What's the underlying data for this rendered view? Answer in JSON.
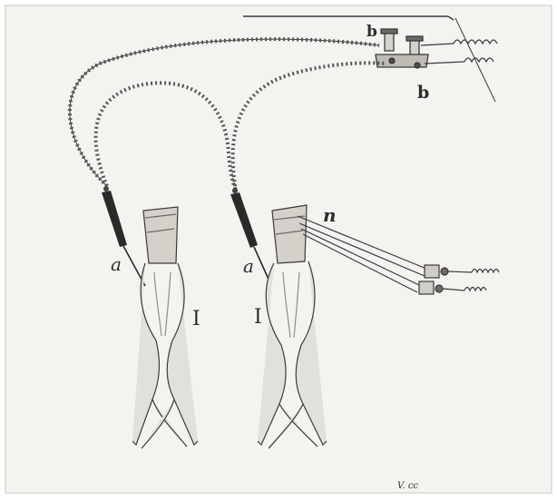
{
  "figure": {
    "labels": {
      "a_left": "a",
      "a_right": "a",
      "I_left": "I",
      "I_right": "I",
      "b_top": "b",
      "b_bottom": "b",
      "n": "n",
      "signature": "V. cc"
    },
    "colors": {
      "paper": "#f4f3ef",
      "ink": "#3a3a3a",
      "shade": "#8d8d8d",
      "electrode": "#2a2a2a"
    }
  }
}
